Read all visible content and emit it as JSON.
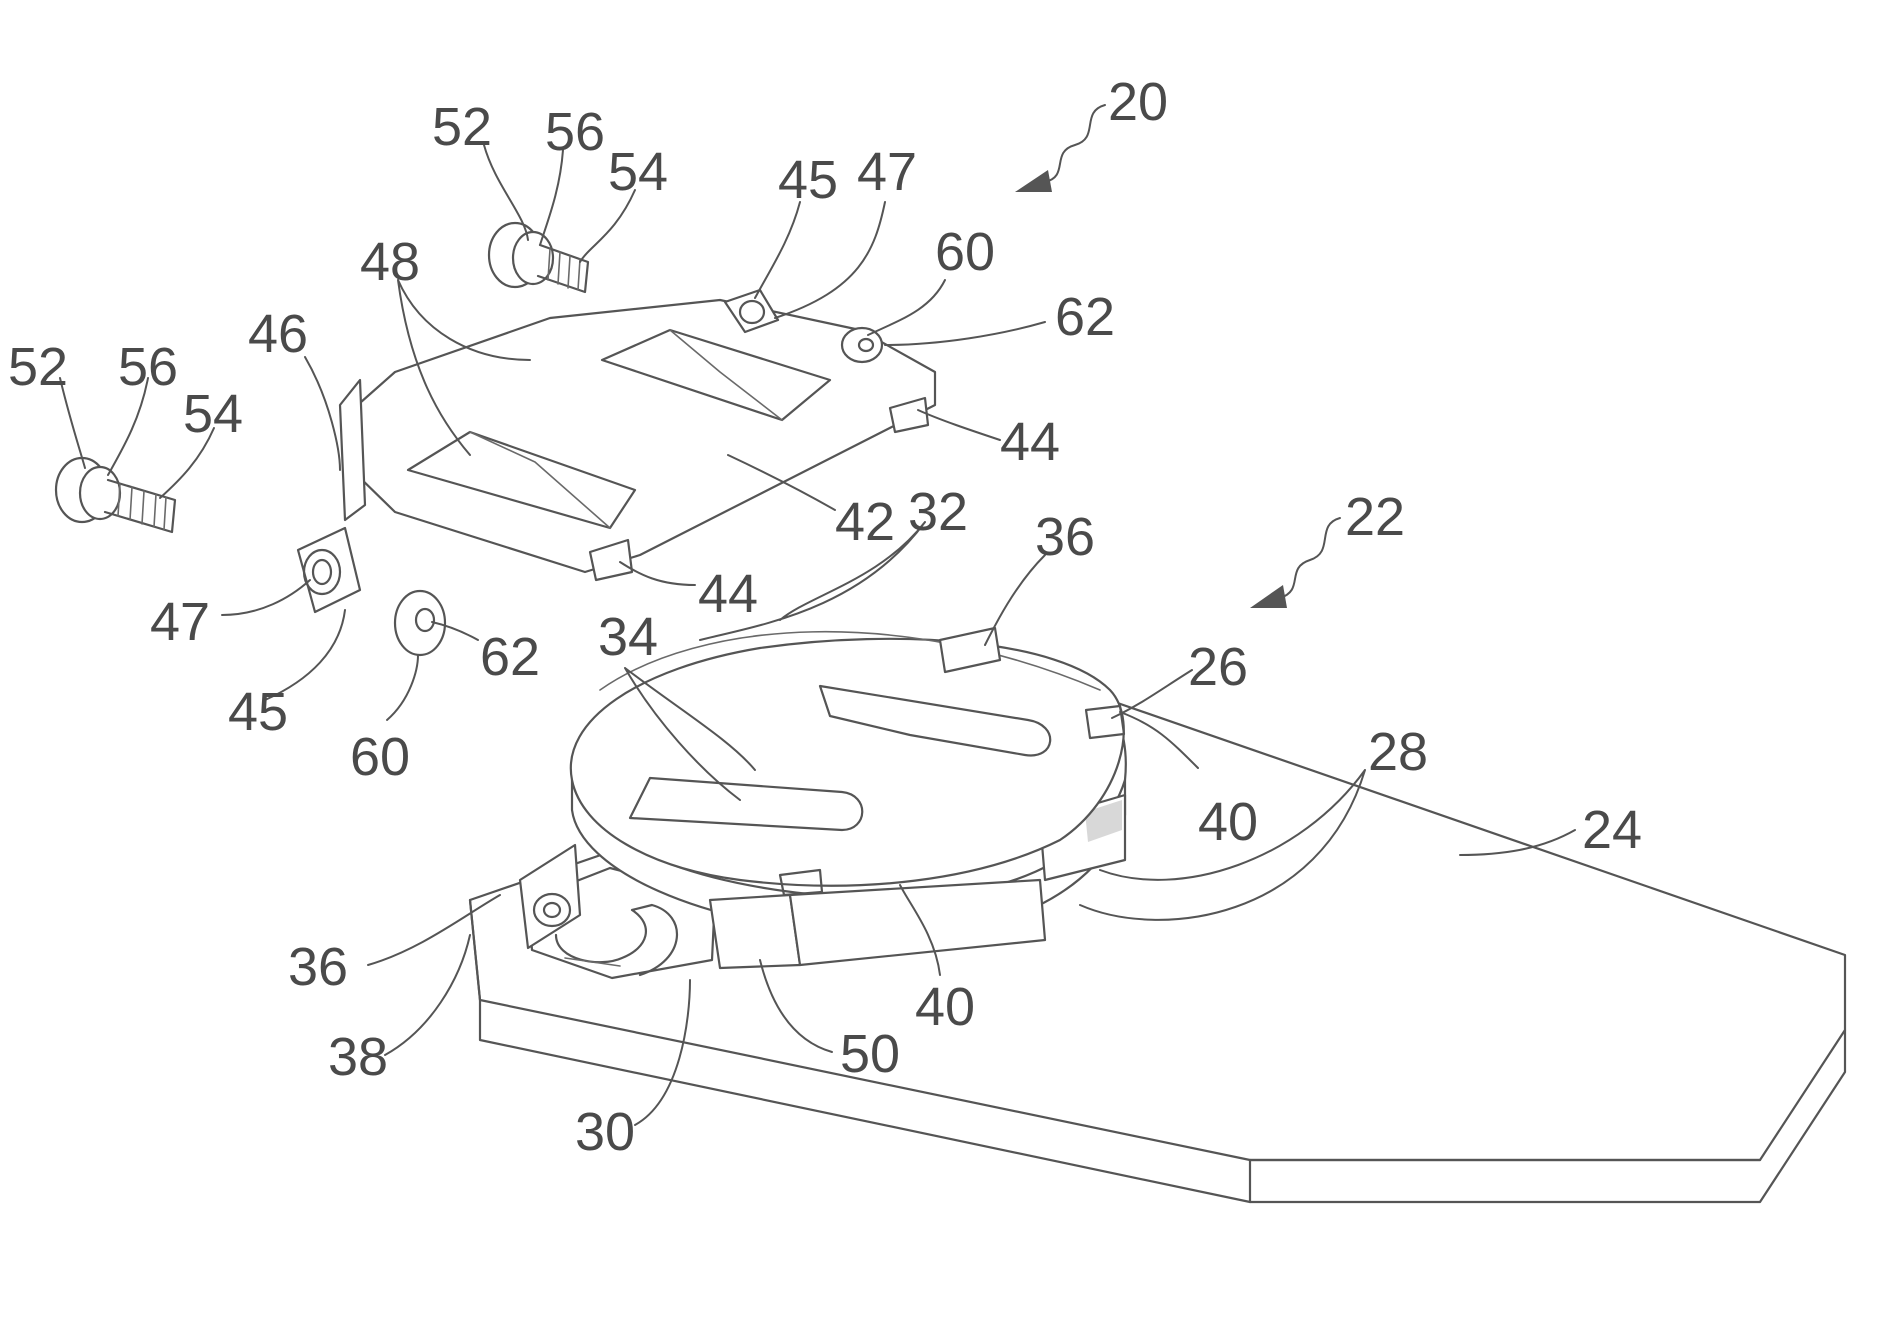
{
  "figure": {
    "reference_numerals": {
      "r20": "20",
      "r22": "22",
      "r24": "24",
      "r26": "26",
      "r28": "28",
      "r30": "30",
      "r32": "32",
      "r34": "34",
      "r36a": "36",
      "r36b": "36",
      "r38": "38",
      "r40a": "40",
      "r40b": "40",
      "r42": "42",
      "r44a": "44",
      "r44b": "44",
      "r45a": "45",
      "r45b": "45",
      "r46": "46",
      "r47a": "47",
      "r47b": "47",
      "r48": "48",
      "r50": "50",
      "r52a": "52",
      "r52b": "52",
      "r54a": "54",
      "r54b": "54",
      "r56a": "56",
      "r56b": "56",
      "r60a": "60",
      "r60b": "60",
      "r62a": "62",
      "r62b": "62"
    }
  }
}
